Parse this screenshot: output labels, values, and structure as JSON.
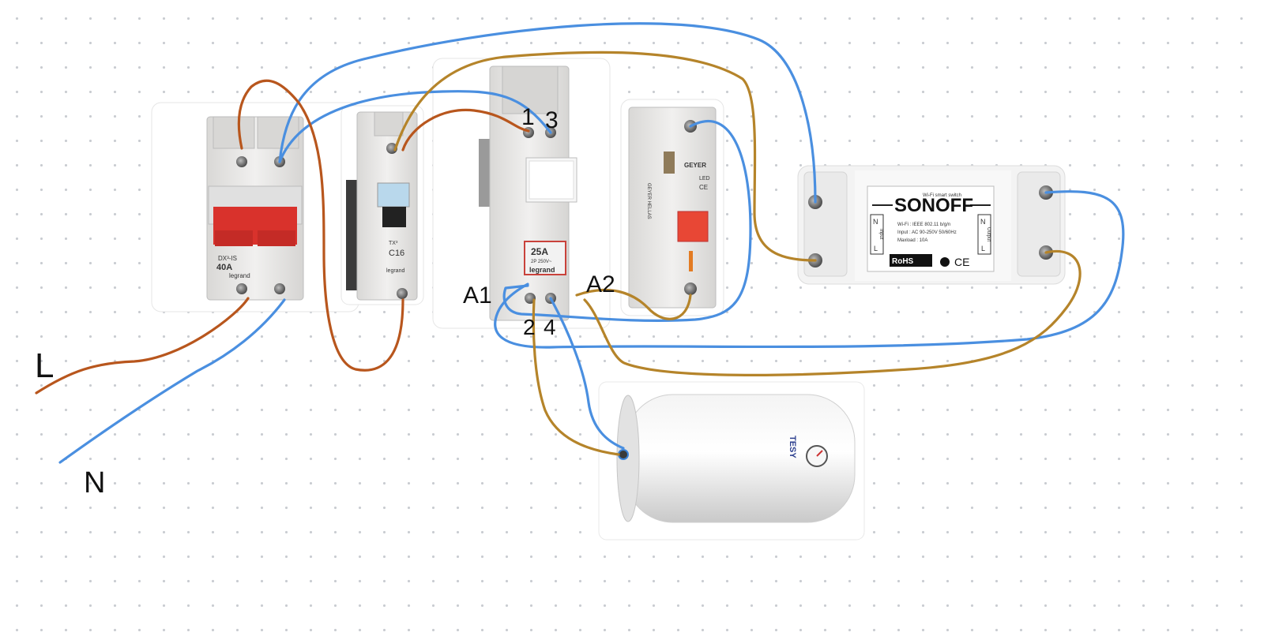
{
  "colors": {
    "live": "#b8561d",
    "live_alt": "#b5842a",
    "neutral": "#4a8fe0",
    "device_body": "#ecebea",
    "red": "#d9322c"
  },
  "labels": {
    "line": "L",
    "neutral": "N",
    "contactor_t1": "1",
    "contactor_t3": "3",
    "contactor_t2": "2",
    "contactor_t4": "4",
    "coil_a1": "A1",
    "coil_a2": "A2"
  },
  "main_switch": {
    "rating_top": "DX³-IS",
    "rating": "40A",
    "brand": "legrand"
  },
  "breaker": {
    "model_top": "TX³",
    "rating": "C16",
    "brand": "legrand"
  },
  "contactor": {
    "rating": "25A",
    "voltage": "2P 250V~",
    "brand": "legrand"
  },
  "indicator": {
    "brand": "GEYER",
    "led": "LED",
    "ce": "CE",
    "side_text": "GEYER HELLAS"
  },
  "sonoff": {
    "brand": "SONOFF",
    "subtitle": "Wi-Fi smart switch",
    "spec1": "Wi-Fi : IEEE 802.11 b/g/n",
    "spec2": "Input : AC 90-250V  50/60Hz",
    "spec3": "Maxload : 10A",
    "input_label": "Input",
    "output_label": "Output",
    "n_left": "N",
    "l_left": "L",
    "n_right": "N",
    "l_right": "L",
    "rohs": "RoHS",
    "ce": "CE"
  },
  "heater": {
    "brand": "TESY"
  }
}
